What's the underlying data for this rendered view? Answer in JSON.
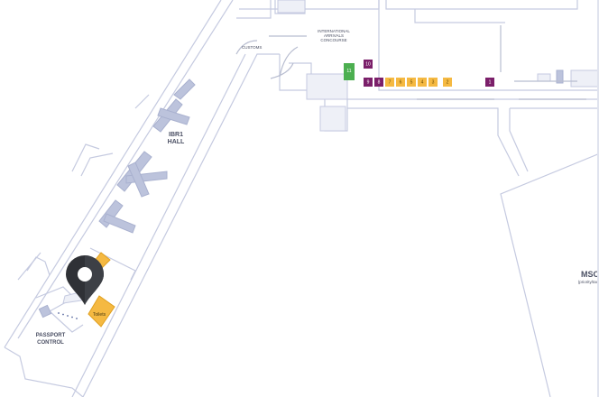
{
  "labels": {
    "customs": "CUSTOMS",
    "arrivals_concourse": [
      "INTERNATIONAL",
      "ARRIVALS",
      "CONCOURSE"
    ],
    "hall": [
      "IBR1",
      "HALL"
    ],
    "passport_control": [
      "PASSPORT",
      "CONTROL"
    ],
    "toilets": "Toilets",
    "msc": "MSC",
    "msc_sub": "(priority/taxi"
  },
  "carousels": [
    {
      "number": "11",
      "color": "#4caf50"
    },
    {
      "number": "10",
      "color": "#7b1f6a"
    },
    {
      "number": "9",
      "color": "#7b1f6a"
    },
    {
      "number": "8",
      "color": "#7b1f6a"
    },
    {
      "number": "7",
      "color": "#f5b942"
    },
    {
      "number": "6",
      "color": "#f5b942"
    },
    {
      "number": "5",
      "color": "#f5b942"
    },
    {
      "number": "4",
      "color": "#f5b942"
    },
    {
      "number": "3",
      "color": "#f5b942"
    },
    {
      "number": "2",
      "color": "#f5b942"
    },
    {
      "number": "1",
      "color": "#7b1f6a"
    }
  ],
  "marker": {
    "icon": "location-pin-icon",
    "color": "#2f3136"
  }
}
